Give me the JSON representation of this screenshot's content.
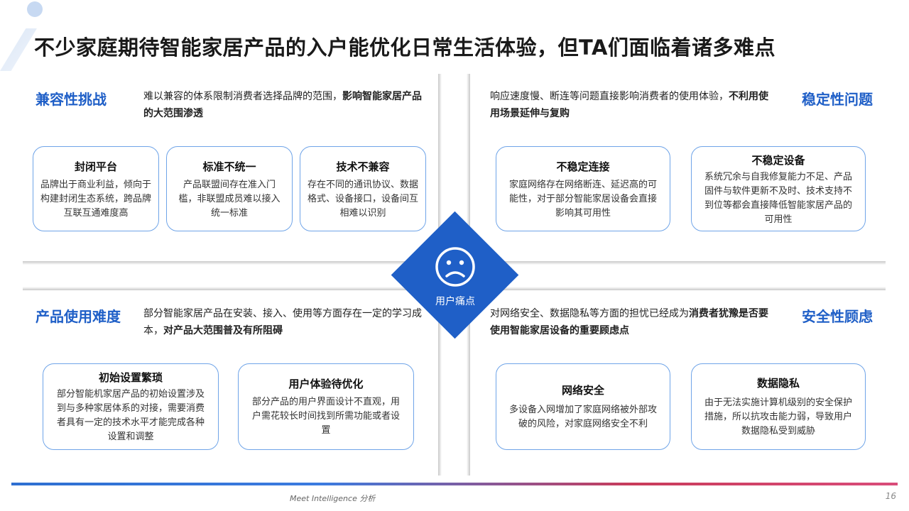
{
  "title": "不少家庭期待智能家居产品的入户能优化日常生活体验，但TA们面临着诸多难点",
  "center": {
    "label": "用户痛点",
    "icon": "sad-face-icon"
  },
  "quadrants": {
    "compatibility": {
      "title": "兼容性挑战",
      "desc_plain": "难以兼容的体系限制消费者选择品牌的范围，",
      "desc_bold": "影响智能家居产品的大范围渗透",
      "cards": [
        {
          "title": "封闭平台",
          "text": "品牌出于商业利益，倾向于构建封闭生态系统，跨品牌互联互通难度高"
        },
        {
          "title": "标准不统一",
          "text": "产品联盟间存在准入门槛，非联盟成员难以接入统一标准"
        },
        {
          "title": "技术不兼容",
          "text": "存在不同的通讯协议、数据格式、设备接口，设备间互相难以识别"
        }
      ]
    },
    "stability": {
      "title": "稳定性问题",
      "desc_plain": "响应速度慢、断连等问题直接影响消费者的使用体验，",
      "desc_bold": "不利用使用场景延伸与复购",
      "cards": [
        {
          "title": "不稳定连接",
          "text": "家庭网络存在网络断连、延迟高的可能性，对于部分智能家居设备会直接影响其可用性"
        },
        {
          "title": "不稳定设备",
          "text": "系统冗余与自我修复能力不足、产品固件与软件更新不及时、技术支持不到位等都会直接降低智能家居产品的可用性"
        }
      ]
    },
    "usability": {
      "title": "产品使用难度",
      "desc_plain": "部分智能家居产品在安装、接入、使用等方面存在一定的学习成本，",
      "desc_bold": "对产品大范围普及有所阻碍",
      "cards": [
        {
          "title": "初始设置繁琐",
          "text": "部分智能机家居产品的初始设置涉及到与多种家居体系的对接，需要消费者具有一定的技术水平才能完成各种设置和调整"
        },
        {
          "title": "用户体验待优化",
          "text": "部分产品的用户界面设计不直观，用户需花较长时间找到所需功能或者设置"
        }
      ]
    },
    "security": {
      "title": "安全性顾虑",
      "desc_plain": "对网络安全、数据隐私等方面的担忧已经成为",
      "desc_bold": "消费者犹豫是否要使用智能家居设备的重要顾虑点",
      "cards": [
        {
          "title": "网络安全",
          "text": "多设备入网增加了家庭网络被外部攻破的风险，对家庭网络安全不利"
        },
        {
          "title": "数据隐私",
          "text": "由于无法实施计算机级别的安全保护措施，所以抗攻击能力弱，导致用户数据隐私受到威胁"
        }
      ]
    }
  },
  "footer": {
    "source": "Meet Intelligence 分析",
    "page_number": "16"
  }
}
